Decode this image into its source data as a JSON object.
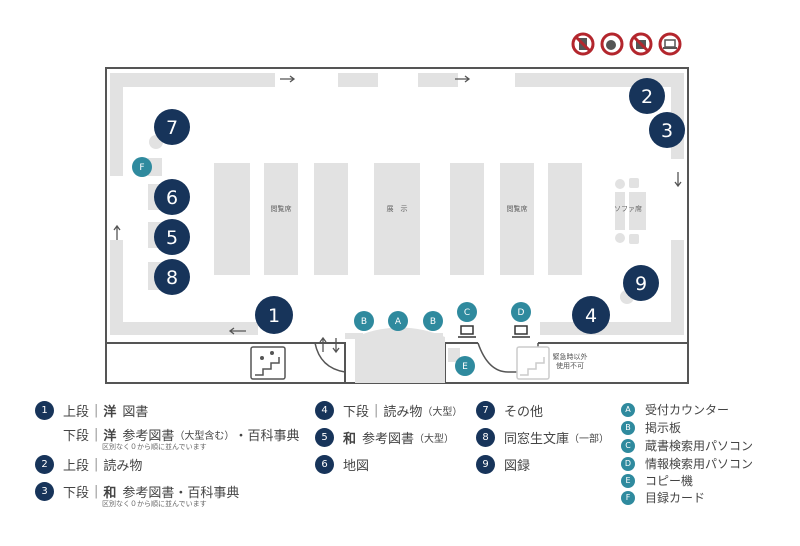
{
  "colors": {
    "navy": "#17345a",
    "teal": "#2f8a9e",
    "shelf": "#e2e2e2",
    "wall": "#555555",
    "prohibit": "#b3262d"
  },
  "top_icons": [
    "no-phone-icon",
    "no-food-icon",
    "no-drink-icon",
    "laptop-ok-icon"
  ],
  "map": {
    "reading_seats_label": "閲覧席",
    "display_label": "展　示",
    "sofa_label": "ソファ席",
    "emergency_label_1": "緊急時以外",
    "emergency_label_2": "使用不可",
    "markers_num": [
      "1",
      "2",
      "3",
      "4",
      "5",
      "6",
      "7",
      "8",
      "9"
    ],
    "markers_letter": {
      "A": "A",
      "B": "B",
      "C": "C",
      "D": "D",
      "E": "E",
      "F": "F"
    }
  },
  "legend": {
    "n1": {
      "num": "1",
      "upper": "上段",
      "upper_b": "洋",
      "upper_t": "図書",
      "lower": "下段",
      "lower_b": "洋",
      "lower_t": "参考図書",
      "lower_s": "（大型含む）",
      "lower_t2": "・百科事典",
      "note": "区別なく０から順に並んでいます"
    },
    "n2": {
      "num": "2",
      "label": "上段",
      "text": "読み物"
    },
    "n3": {
      "num": "3",
      "label": "下段",
      "b": "和",
      "text": "参考図書・百科事典",
      "note": "区別なく０から順に並んでいます"
    },
    "n4": {
      "num": "4",
      "label": "下段",
      "text": "読み物",
      "s": "（大型）"
    },
    "n5": {
      "num": "5",
      "b": "和",
      "text": "参考図書",
      "s": "（大型）"
    },
    "n6": {
      "num": "6",
      "text": "地図"
    },
    "n7": {
      "num": "7",
      "text": "その他"
    },
    "n8": {
      "num": "8",
      "text": "同窓生文庫",
      "s": "（一部）"
    },
    "n9": {
      "num": "9",
      "text": "図録"
    },
    "letters": [
      {
        "key": "A",
        "text": "受付カウンター"
      },
      {
        "key": "B",
        "text": "掲示板"
      },
      {
        "key": "C",
        "text": "蔵書検索用パソコン"
      },
      {
        "key": "D",
        "text": "情報検索用パソコン"
      },
      {
        "key": "E",
        "text": "コピー機"
      },
      {
        "key": "F",
        "text": "目録カード"
      }
    ]
  }
}
